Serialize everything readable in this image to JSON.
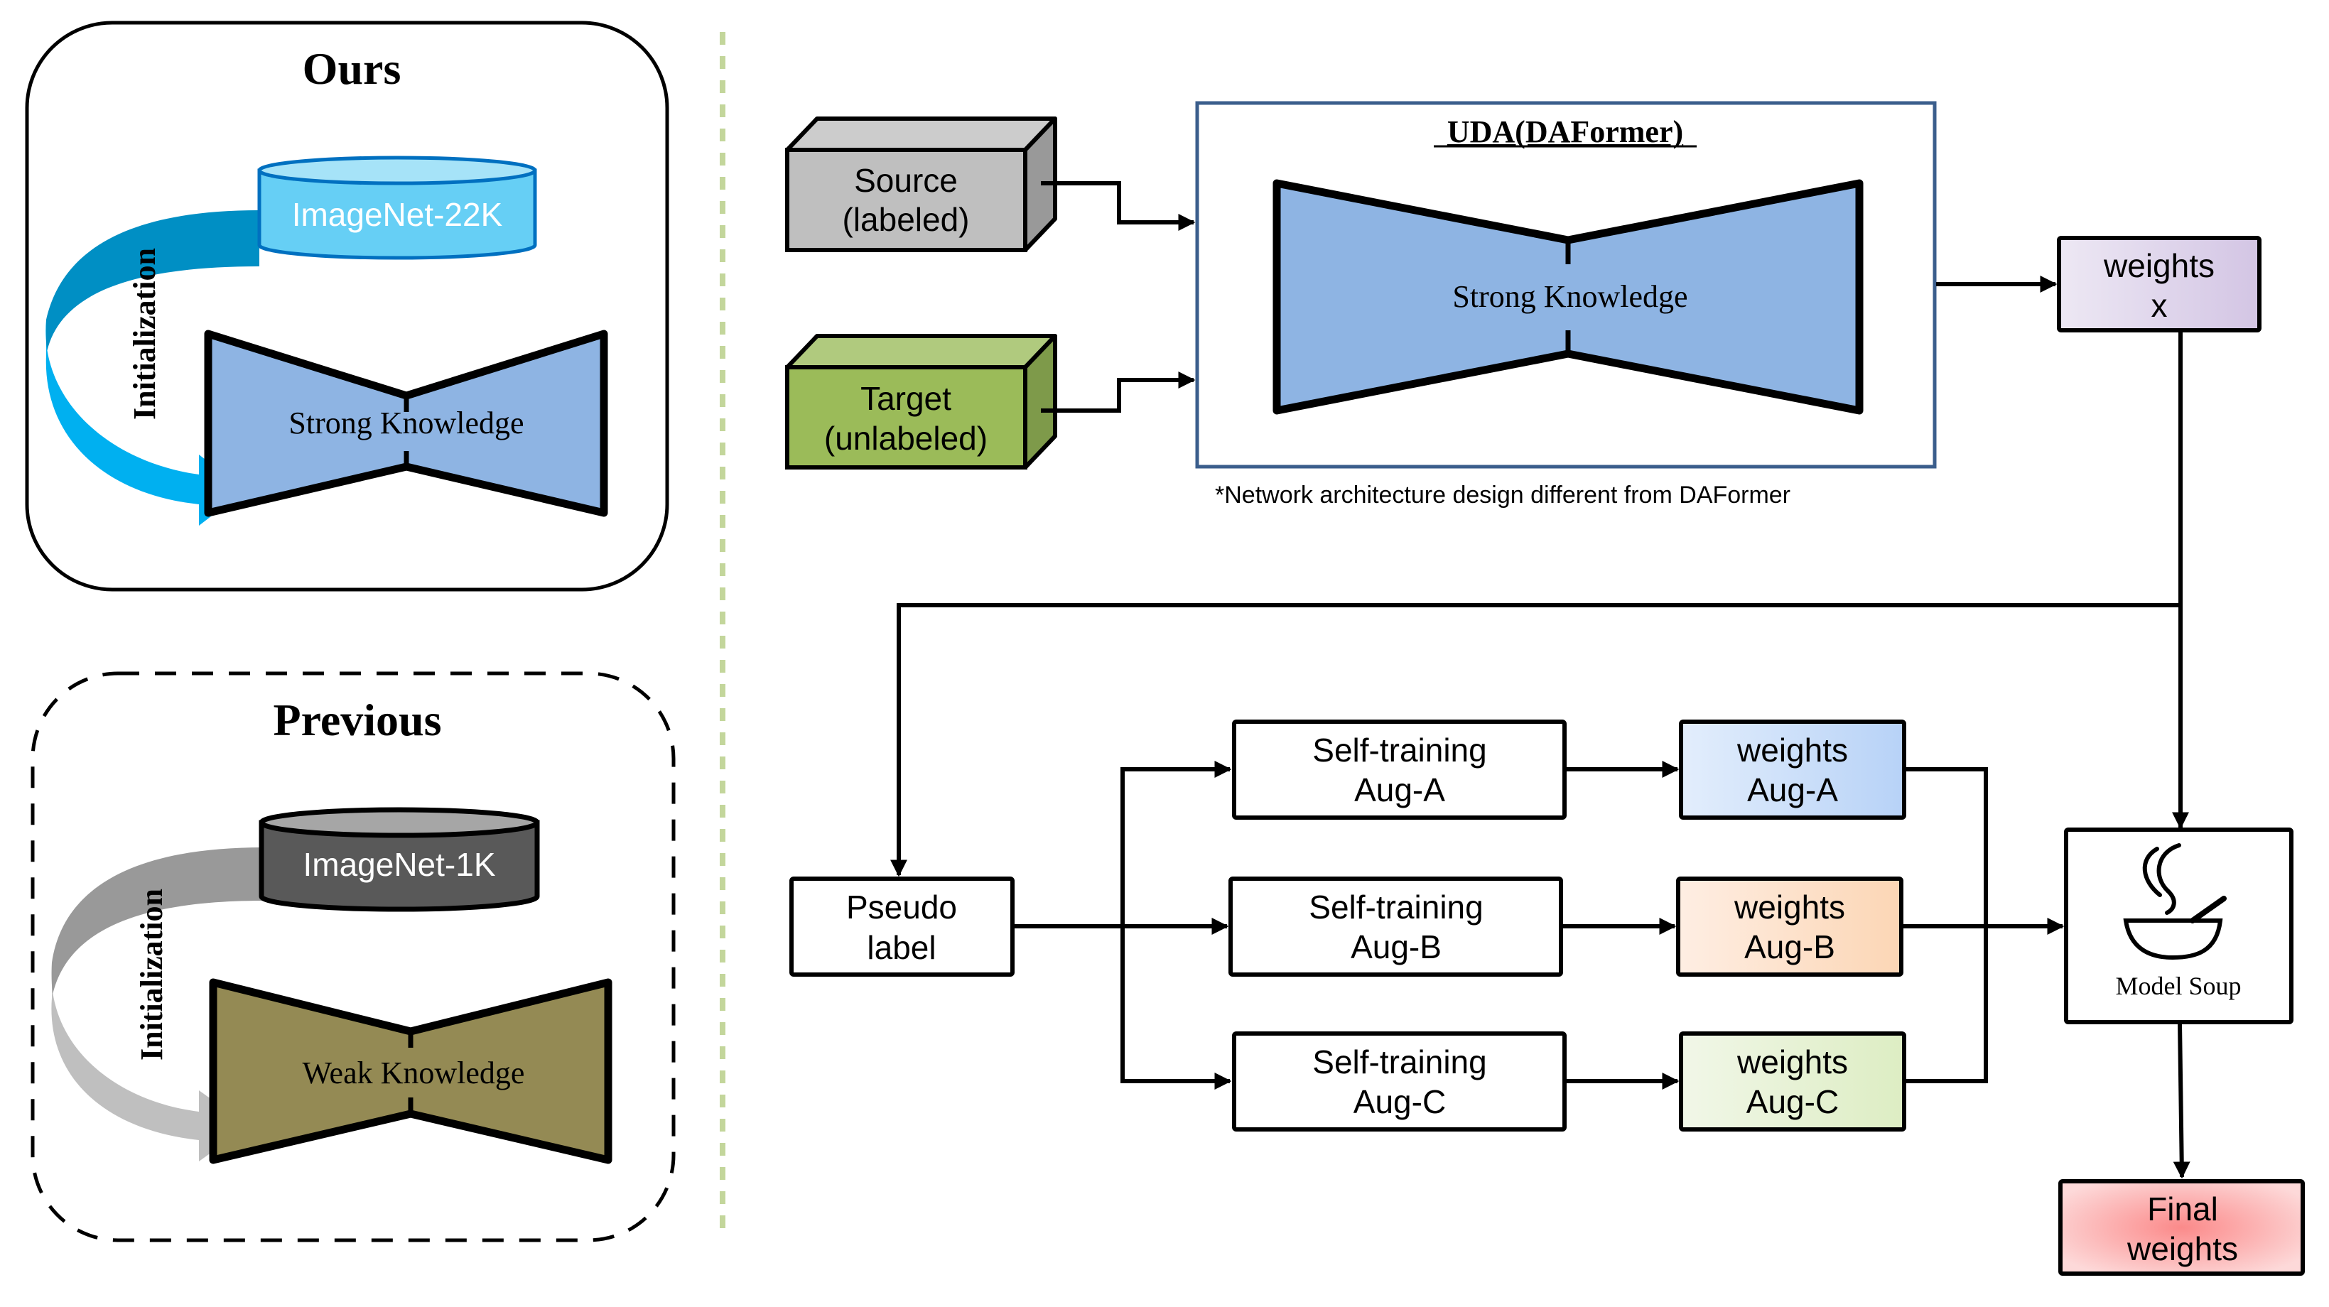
{
  "left_panel": {
    "ours": {
      "title": "Ours",
      "dataset": "ImageNet-22K",
      "arrow_label": "Initialization",
      "model_label": "Strong Knowledge",
      "colors": {
        "dataset_fill": "#66CFF5",
        "dataset_top": "#A6E3F8",
        "dataset_stroke": "#0070C0",
        "arrow_dark": "#008FC4",
        "arrow_light": "#00B0F0",
        "model_fill": "#8EB4E3"
      }
    },
    "previous": {
      "title": "Previous",
      "dataset": "ImageNet-1K",
      "arrow_label": "Initialization",
      "model_label": "Weak Knowledge",
      "colors": {
        "dataset_fill": "#595959",
        "dataset_top": "#A6A6A6",
        "arrow_dark": "#999999",
        "arrow_light": "#BFBFBF",
        "model_fill": "#948A54"
      }
    },
    "divider_color": "#C3D69B"
  },
  "pipeline": {
    "source": {
      "line1": "Source",
      "line2": "(labeled)",
      "colors": {
        "front": "#BFBFBF",
        "top": "#CCCCCC",
        "side": "#999999"
      }
    },
    "target": {
      "line1": "Target",
      "line2": "(unlabeled)",
      "colors": {
        "front": "#9BBB59",
        "top": "#B0CA7E",
        "side": "#7E9A4A"
      }
    },
    "uda": {
      "title": "UDA(DAFormer)",
      "model_label": "Strong Knowledge",
      "note": "*Network architecture design different from DAFormer",
      "colors": {
        "border": "#3B5E8C",
        "model_fill": "#8EB4E3"
      }
    },
    "weights_x": {
      "line1": "weights",
      "line2": "x",
      "colors": {
        "from": "#EDE8F4",
        "to": "#D3C5E4"
      }
    },
    "pseudo_label": {
      "line1": "Pseudo",
      "line2": "label"
    },
    "branches": [
      {
        "train_line1": "Self-training",
        "train_line2": "Aug-A",
        "weights_line1": "weights",
        "weights_line2": "Aug-A",
        "colors": {
          "from": "#E3EEFC",
          "to": "#B7D2F7"
        }
      },
      {
        "train_line1": "Self-training",
        "train_line2": "Aug-B",
        "weights_line1": "weights",
        "weights_line2": "Aug-B",
        "colors": {
          "from": "#FEEEE3",
          "to": "#FCD6B5"
        }
      },
      {
        "train_line1": "Self-training",
        "train_line2": "Aug-C",
        "weights_line1": "weights",
        "weights_line2": "Aug-C",
        "colors": {
          "from": "#F1F7E8",
          "to": "#DDEDC3"
        }
      }
    ],
    "model_soup": {
      "label": "Model Soup",
      "icon": "soup-bowl-icon"
    },
    "final_weights": {
      "line1": "Final",
      "line2": "weights",
      "colors": {
        "center": "#FB8A8A",
        "edge": "#FDD9D9"
      }
    }
  }
}
